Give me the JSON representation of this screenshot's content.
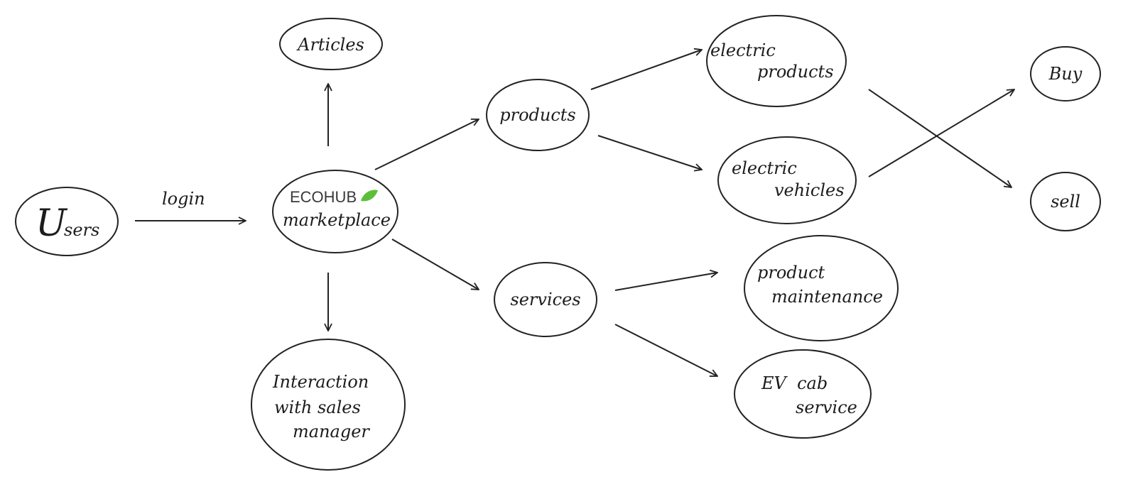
{
  "colors": {
    "ink": "#222222",
    "logo_text": "#3a3a3a",
    "logo_leaf": "#5cbf3a",
    "logo_dot": "#f2d24b"
  },
  "icons": {
    "logo_leaf": "leaf-icon"
  },
  "edge_label": {
    "login": "login"
  },
  "nodes": {
    "users": {
      "initial": "U",
      "rest": "sers"
    },
    "articles": {
      "label": "Articles"
    },
    "ecohub": {
      "logo_text": "ECOHUB",
      "subtitle": "marketplace"
    },
    "interaction": {
      "line1": "Interaction",
      "line2": "with sales",
      "line3": "manager"
    },
    "products": {
      "label": "products"
    },
    "services": {
      "label": "services"
    },
    "electric_products": {
      "line1": "electric",
      "line2": "products"
    },
    "electric_vehicles": {
      "line1": "electric",
      "line2": "vehicles"
    },
    "product_maintenance": {
      "line1": "product",
      "line2": "maintenance"
    },
    "ev_cab": {
      "line1": "EV  cab",
      "line2": "service"
    },
    "buy": {
      "label": "Buy"
    },
    "sell": {
      "label": "sell"
    }
  },
  "edges": [
    {
      "from": "Users",
      "to": "ECOHUB marketplace",
      "label": "login"
    },
    {
      "from": "ECOHUB marketplace",
      "to": "Articles"
    },
    {
      "from": "ECOHUB marketplace",
      "to": "Interaction with sales manager"
    },
    {
      "from": "ECOHUB marketplace",
      "to": "products"
    },
    {
      "from": "ECOHUB marketplace",
      "to": "services"
    },
    {
      "from": "products",
      "to": "electric products"
    },
    {
      "from": "products",
      "to": "electric vehicles"
    },
    {
      "from": "services",
      "to": "product maintenance"
    },
    {
      "from": "services",
      "to": "EV cab service"
    },
    {
      "from": "electric products",
      "to": "sell"
    },
    {
      "from": "electric vehicles",
      "to": "Buy"
    }
  ]
}
